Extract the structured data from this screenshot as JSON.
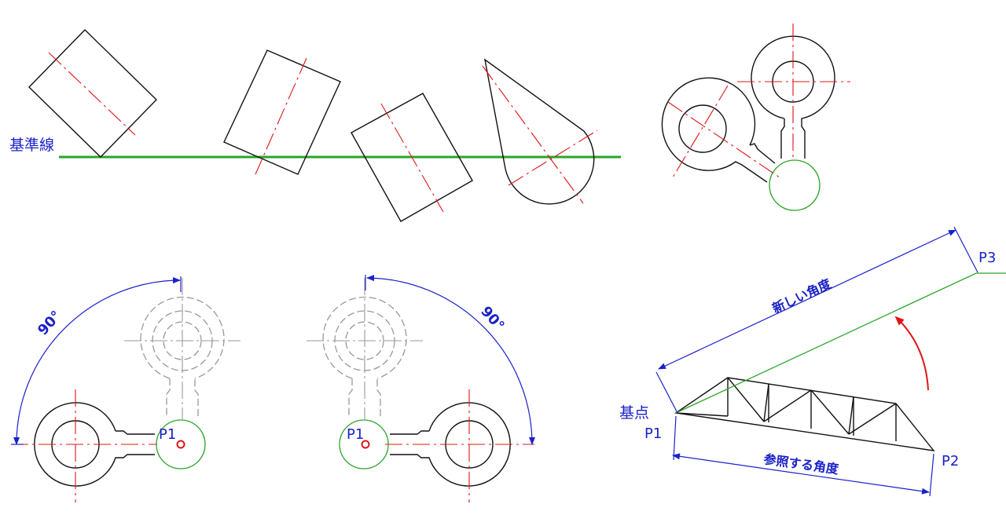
{
  "labels": {
    "baseline": "基準線",
    "base_point_line1": "基点",
    "base_point_line2": "P1",
    "p1_left": "P1",
    "p1_middle": "P1",
    "p2": "P2",
    "p3": "P3",
    "angle_left": "90°",
    "angle_middle": "90°",
    "new_angle": "新しい角度",
    "reference_angle": "参照する角度"
  },
  "colors": {
    "object_line": "#111111",
    "center_line": "#e01515",
    "baseline_green": "#2aa42a",
    "dimension_blue": "#1a22c8",
    "ghost_gray": "#999999"
  }
}
